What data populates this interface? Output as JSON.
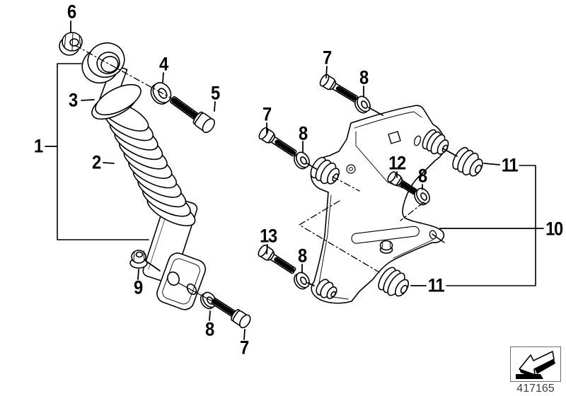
{
  "page": {
    "background": "#ffffff"
  },
  "diagram": {
    "description": "exploded-parts-drawing-rear-spring-strut-and-bracket",
    "callouts": [
      {
        "id": "c6",
        "label": "6"
      },
      {
        "id": "c3",
        "label": "3"
      },
      {
        "id": "c1",
        "label": "1"
      },
      {
        "id": "c2",
        "label": "2"
      },
      {
        "id": "c4",
        "label": "4"
      },
      {
        "id": "c5",
        "label": "5"
      },
      {
        "id": "c9",
        "label": "9"
      },
      {
        "id": "c8-shock",
        "label": "8"
      },
      {
        "id": "c7-shock",
        "label": "7"
      },
      {
        "id": "c7-top",
        "label": "7"
      },
      {
        "id": "c8-top",
        "label": "8"
      },
      {
        "id": "c7-left",
        "label": "7"
      },
      {
        "id": "c8-left",
        "label": "8"
      },
      {
        "id": "c12",
        "label": "12"
      },
      {
        "id": "c8-mid",
        "label": "8"
      },
      {
        "id": "c11-upper",
        "label": "11"
      },
      {
        "id": "c13",
        "label": "13"
      },
      {
        "id": "c8-foot",
        "label": "8"
      },
      {
        "id": "c10",
        "label": "10"
      },
      {
        "id": "c11-lower",
        "label": "11"
      }
    ]
  },
  "footer": {
    "part_number": "417165",
    "logo_icon": "fold-out-arrow-icon"
  },
  "colors": {
    "line": "#000000",
    "background": "#ffffff",
    "part_number_text": "#3d3d3d",
    "logo_border": "#6e6e6e"
  }
}
